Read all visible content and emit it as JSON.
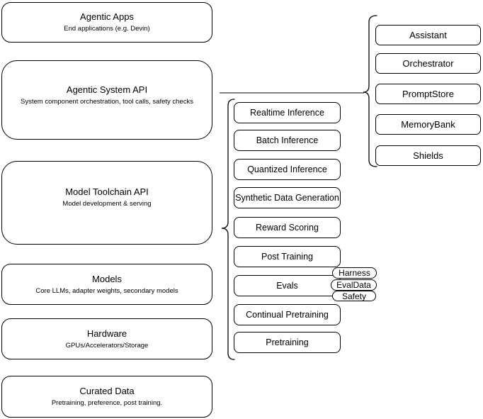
{
  "diagram": {
    "colors": {
      "stroke": "#000000",
      "connector": "#595959",
      "background": "#ffffff",
      "text": "#000000"
    },
    "left_stack": [
      {
        "title": "Agentic Apps",
        "subtitle": "End applications (e.g. Devin)"
      },
      {
        "title": "Agentic System API",
        "subtitle": "System component orchestration, tool calls, safety checks"
      },
      {
        "title": "Model Toolchain API",
        "subtitle": "Model development & serving"
      },
      {
        "title": "Models",
        "subtitle": "Core LLMs, adapter weights, secondary models"
      },
      {
        "title": "Hardware",
        "subtitle": "GPUs/Accelerators/Storage"
      },
      {
        "title": "Curated Data",
        "subtitle": "Pretraining, preference, post training."
      }
    ],
    "toolchain_services": [
      "Realtime Inference",
      "Batch Inference",
      "Quantized Inference",
      "Synthetic Data Generation",
      "Reward Scoring",
      "Post Training",
      "Evals",
      "Continual Pretraining",
      "Pretraining"
    ],
    "evals_tags": [
      "Harness",
      "EvalData",
      "Safety"
    ],
    "system_components": [
      "Assistant",
      "Orchestrator",
      "PromptStore",
      "MemoryBank",
      "Shields"
    ]
  }
}
